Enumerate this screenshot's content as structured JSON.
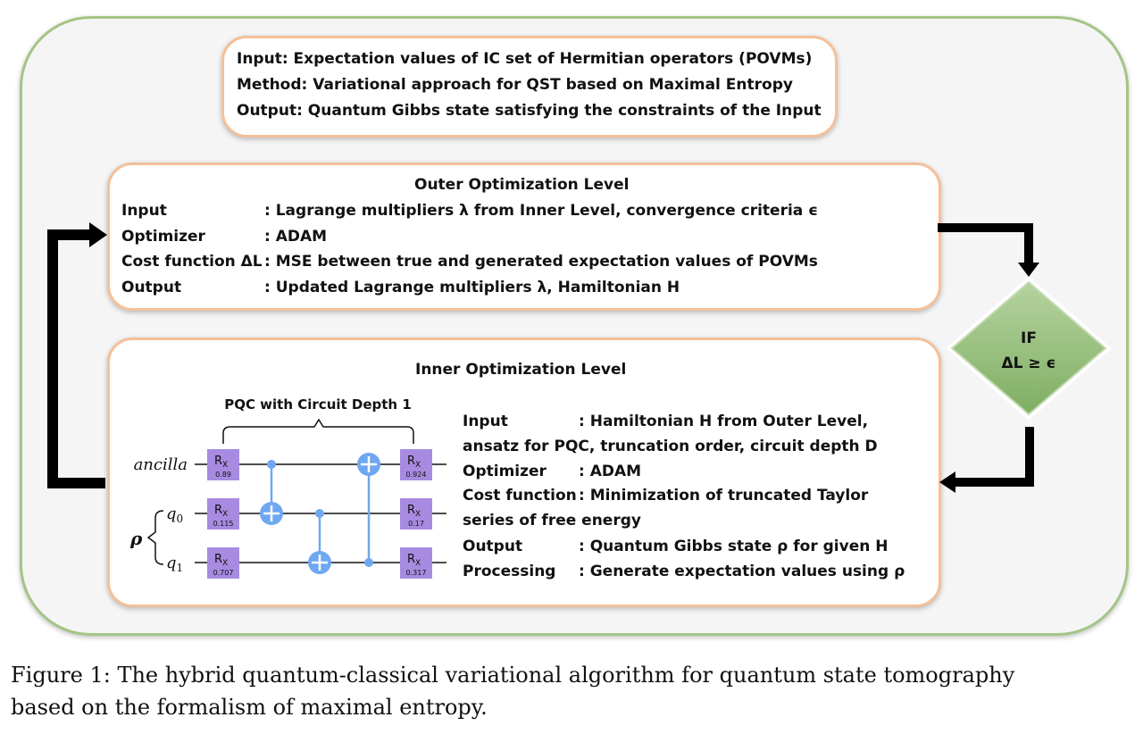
{
  "summary": {
    "input": "Input: Expectation values of IC set of Hermitian operators (POVMs)",
    "method": "Method: Variational approach for QST based on Maximal Entropy",
    "output": "Output: Quantum Gibbs state satisfying the constraints of the Input"
  },
  "outer": {
    "title": "Outer Optimization Level",
    "rows": [
      {
        "key": "Input",
        "value": ": Lagrange multipliers λ from Inner Level, convergence criteria ϵ"
      },
      {
        "key": "Optimizer",
        "value": ": ADAM"
      },
      {
        "key": "Cost function ΔL",
        "value": ": MSE between true and generated expectation values of POVMs"
      },
      {
        "key": "Output",
        "value": ": Updated Lagrange multipliers λ, Hamiltonian H"
      }
    ]
  },
  "inner": {
    "title": "Inner Optimization Level",
    "rows": [
      {
        "key": "Input",
        "value": ": Hamiltonian H from Outer Level,"
      },
      {
        "key": "",
        "value": "ansatz for PQC, truncation order, circuit depth D"
      },
      {
        "key": "Optimizer",
        "value": ": ADAM"
      },
      {
        "key": "Cost function",
        "value": ": Minimization of truncated Taylor"
      },
      {
        "key": "",
        "value": "series of free energy"
      },
      {
        "key": "Output",
        "value": ": Quantum Gibbs state ρ for given H"
      },
      {
        "key": "Processing",
        "value": ": Generate expectation values using ρ"
      }
    ]
  },
  "circuit": {
    "label": "PQC with Circuit Depth 1",
    "rho": "ρ",
    "wires": [
      {
        "name": "ancilla",
        "sub": ""
      },
      {
        "name": "q",
        "sub": "0"
      },
      {
        "name": "q",
        "sub": "1"
      }
    ],
    "gate_name": "R",
    "gate_sub": "X",
    "gates_left": [
      "0.89",
      "0.115",
      "0.707"
    ],
    "gates_right": [
      "0.924",
      "0.17",
      "0.317"
    ]
  },
  "decision": {
    "line1": "IF",
    "line2": "ΔL ≥  ϵ"
  },
  "caption": {
    "line1": "Figure 1: The hybrid quantum-classical variational algorithm for quantum state tomography",
    "line2": "based on the formalism of maximal entropy."
  },
  "colors": {
    "frame_border": "#a3c585",
    "box_border": "#f4c09a",
    "diamond": "#97bf7e",
    "gate": "#a78be0",
    "cnot": "#6fa8f0"
  }
}
